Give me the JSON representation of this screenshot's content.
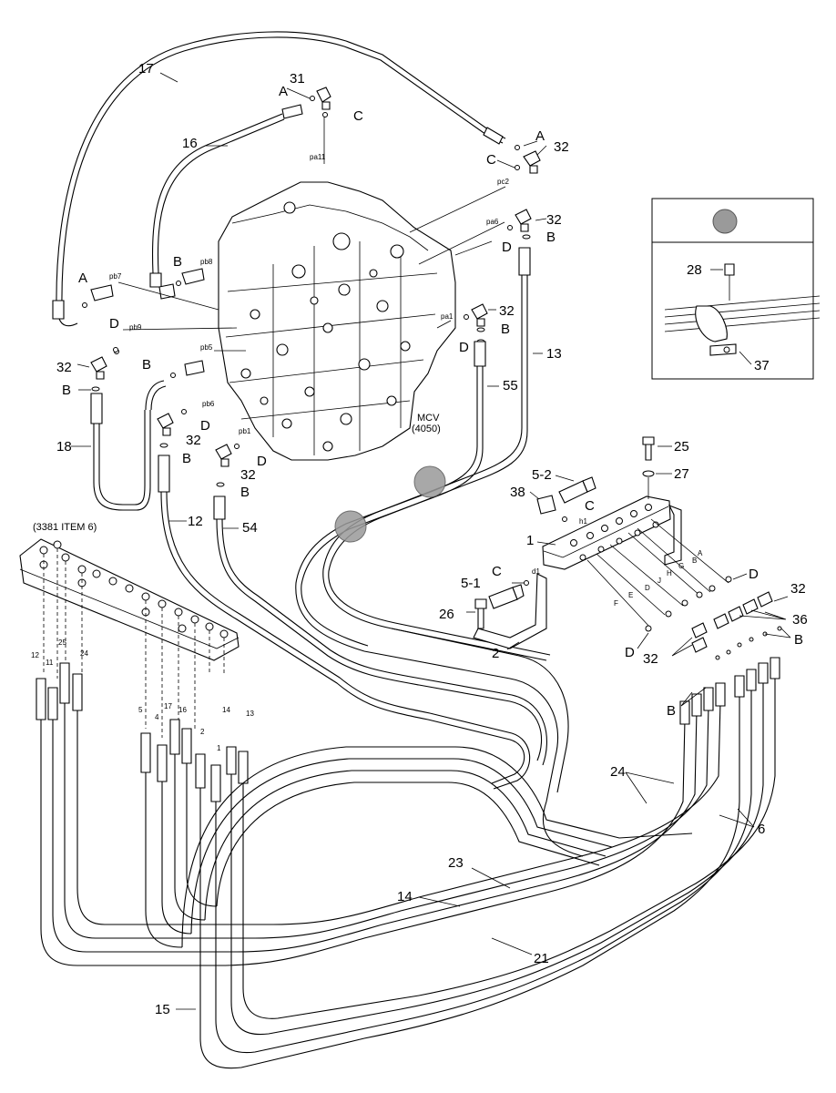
{
  "labels": {
    "n17": "17",
    "n31": "31",
    "a1": "A",
    "c1": "C",
    "n16": "16",
    "pa11": "pa11",
    "a2": "A",
    "c2": "C",
    "n32a": "32",
    "pc2": "pc2",
    "pb6top": "pa6",
    "n32b": "32",
    "d_top": "D",
    "b_top": "B",
    "pb7": "pb7",
    "b2": "B",
    "pb8": "pb8",
    "a3": "A",
    "d2": "D",
    "pb9": "pb9",
    "pa1": "pa1",
    "n32c": "32",
    "b3": "B",
    "d3": "D",
    "n32d": "32",
    "b4": "B",
    "b5": "B",
    "pb5": "pb5",
    "n13": "13",
    "n55": "55",
    "pb6": "pb6",
    "d4": "D",
    "n32e": "32",
    "pb1": "pb1",
    "b6": "B",
    "d5": "D",
    "n18": "18",
    "mcv": "MCV",
    "mcv_code": "(4050)",
    "n32f": "32",
    "b7": "B",
    "n12": "12",
    "n54": "54",
    "n25": "25",
    "n27": "27",
    "n5_2": "5-2",
    "n38": "38",
    "c3": "C",
    "h1": "h1",
    "n1": "1",
    "c4": "C",
    "d1": "d1",
    "n5_1": "5-1",
    "n26": "26",
    "n2": "2",
    "d6": "D",
    "d7": "D",
    "item": "(3381 ITEM 6)",
    "s12": "12",
    "s11": "11",
    "s25": "25",
    "s24": "24",
    "s5": "5",
    "s4": "4",
    "s17": "17",
    "s16": "16",
    "s2": "2",
    "s1": "1",
    "s14": "14",
    "s13": "13",
    "n32g": "32",
    "n36": "36",
    "n32h": "32",
    "b8": "B",
    "b9": "B",
    "n24": "24",
    "n6": "6",
    "n23": "23",
    "n14": "14",
    "n21": "21",
    "n15": "15",
    "n28": "28",
    "n37": "37",
    "fa": "A",
    "fb": "B",
    "fg": "G",
    "fh": "H",
    "fj": "J",
    "fd": "D",
    "fe": "E",
    "ff": "F"
  }
}
